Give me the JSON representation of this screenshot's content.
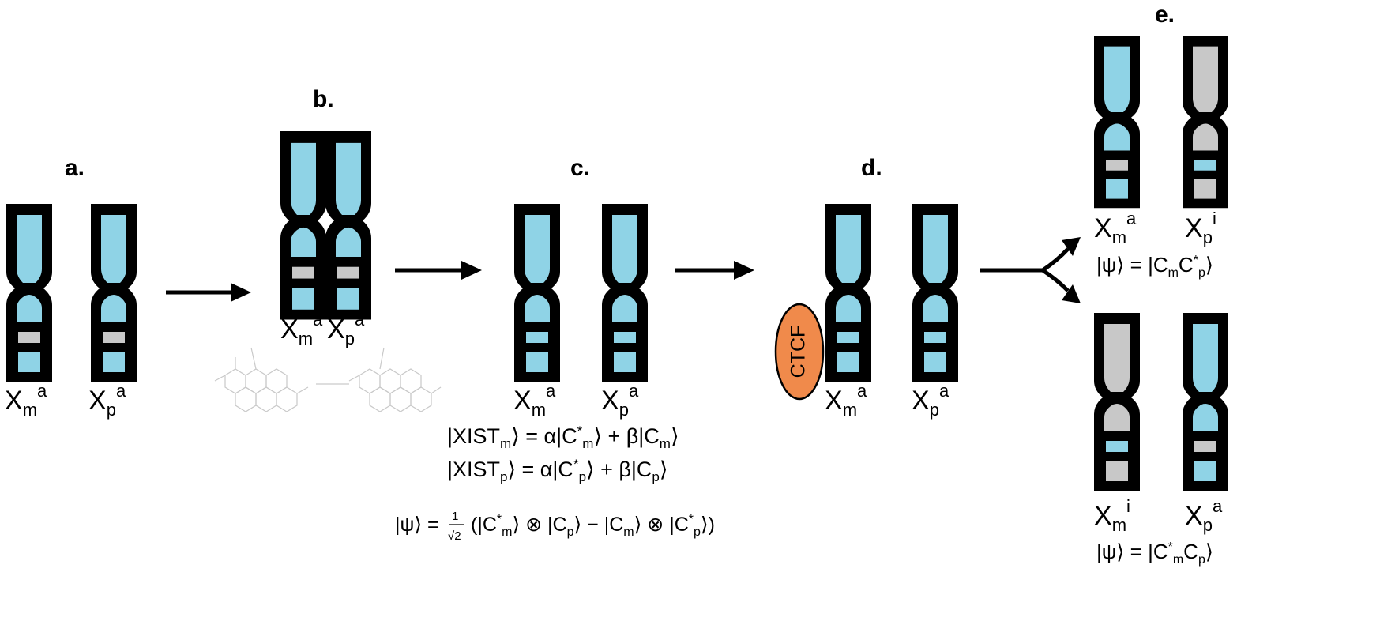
{
  "colors": {
    "chromosome_outline": "#000000",
    "active_region": "#8fd3e6",
    "inactive_region": "#c8c8c8",
    "ctcf_fill": "#f08a4b"
  },
  "panels": {
    "a": {
      "label": "a.",
      "left_chrom": {
        "base": "X",
        "sub": "m",
        "sup": "a"
      },
      "right_chrom": {
        "base": "X",
        "sub": "p",
        "sup": "a"
      }
    },
    "b": {
      "label": "b.",
      "left_chrom": {
        "base": "X",
        "sub": "m",
        "sup": "a"
      },
      "right_chrom": {
        "base": "X",
        "sub": "p",
        "sup": "a"
      }
    },
    "c": {
      "label": "c.",
      "left_chrom": {
        "base": "X",
        "sub": "m",
        "sup": "a"
      },
      "right_chrom": {
        "base": "X",
        "sub": "p",
        "sup": "a"
      },
      "eq1": {
        "lhs": "|XIST",
        "lhs_sub": "m",
        "mid": "⟩ = α|C",
        "star": "*",
        "sub2": "m",
        "rest": "⟩ + β|C",
        "sub3": "m",
        "end": "⟩"
      },
      "eq2": {
        "lhs": "|XIST",
        "lhs_sub": "p",
        "mid": "⟩ = α|C",
        "star": "*",
        "sub2": "p",
        "rest": "⟩ + β|C",
        "sub3": "p",
        "end": "⟩"
      },
      "eq3": {
        "lhs": "|ψ⟩ = ",
        "frac_num": "1",
        "frac_den": "√2",
        "body1": "(|C",
        "star1": "*",
        "sub1": "m",
        "body2": "⟩ ⊗ |C",
        "sub2": "p",
        "body3": "⟩ − |C",
        "sub3": "m",
        "body4": "⟩ ⊗ |C",
        "star2": "*",
        "sub4": "p",
        "body5": "⟩)"
      }
    },
    "d": {
      "label": "d.",
      "protein": "CTCF",
      "left_chrom": {
        "base": "X",
        "sub": "m",
        "sup": "a"
      },
      "right_chrom": {
        "base": "X",
        "sub": "p",
        "sup": "a"
      }
    },
    "e": {
      "label": "e.",
      "top": {
        "left_chrom": {
          "base": "X",
          "sub": "m",
          "sup": "a"
        },
        "right_chrom": {
          "base": "X",
          "sub": "p",
          "sup": "i"
        },
        "eq": {
          "a": "|ψ⟩ = |C",
          "s1": "m",
          "b": "C",
          "star": "*",
          "s2": "p",
          "c": "⟩"
        }
      },
      "bottom": {
        "left_chrom": {
          "base": "X",
          "sub": "m",
          "sup": "i"
        },
        "right_chrom": {
          "base": "X",
          "sub": "p",
          "sup": "a"
        },
        "eq": {
          "a": "|ψ⟩ = |C",
          "star": "*",
          "s1": "m",
          "b": "C",
          "s2": "p",
          "c": "⟩"
        }
      }
    }
  }
}
